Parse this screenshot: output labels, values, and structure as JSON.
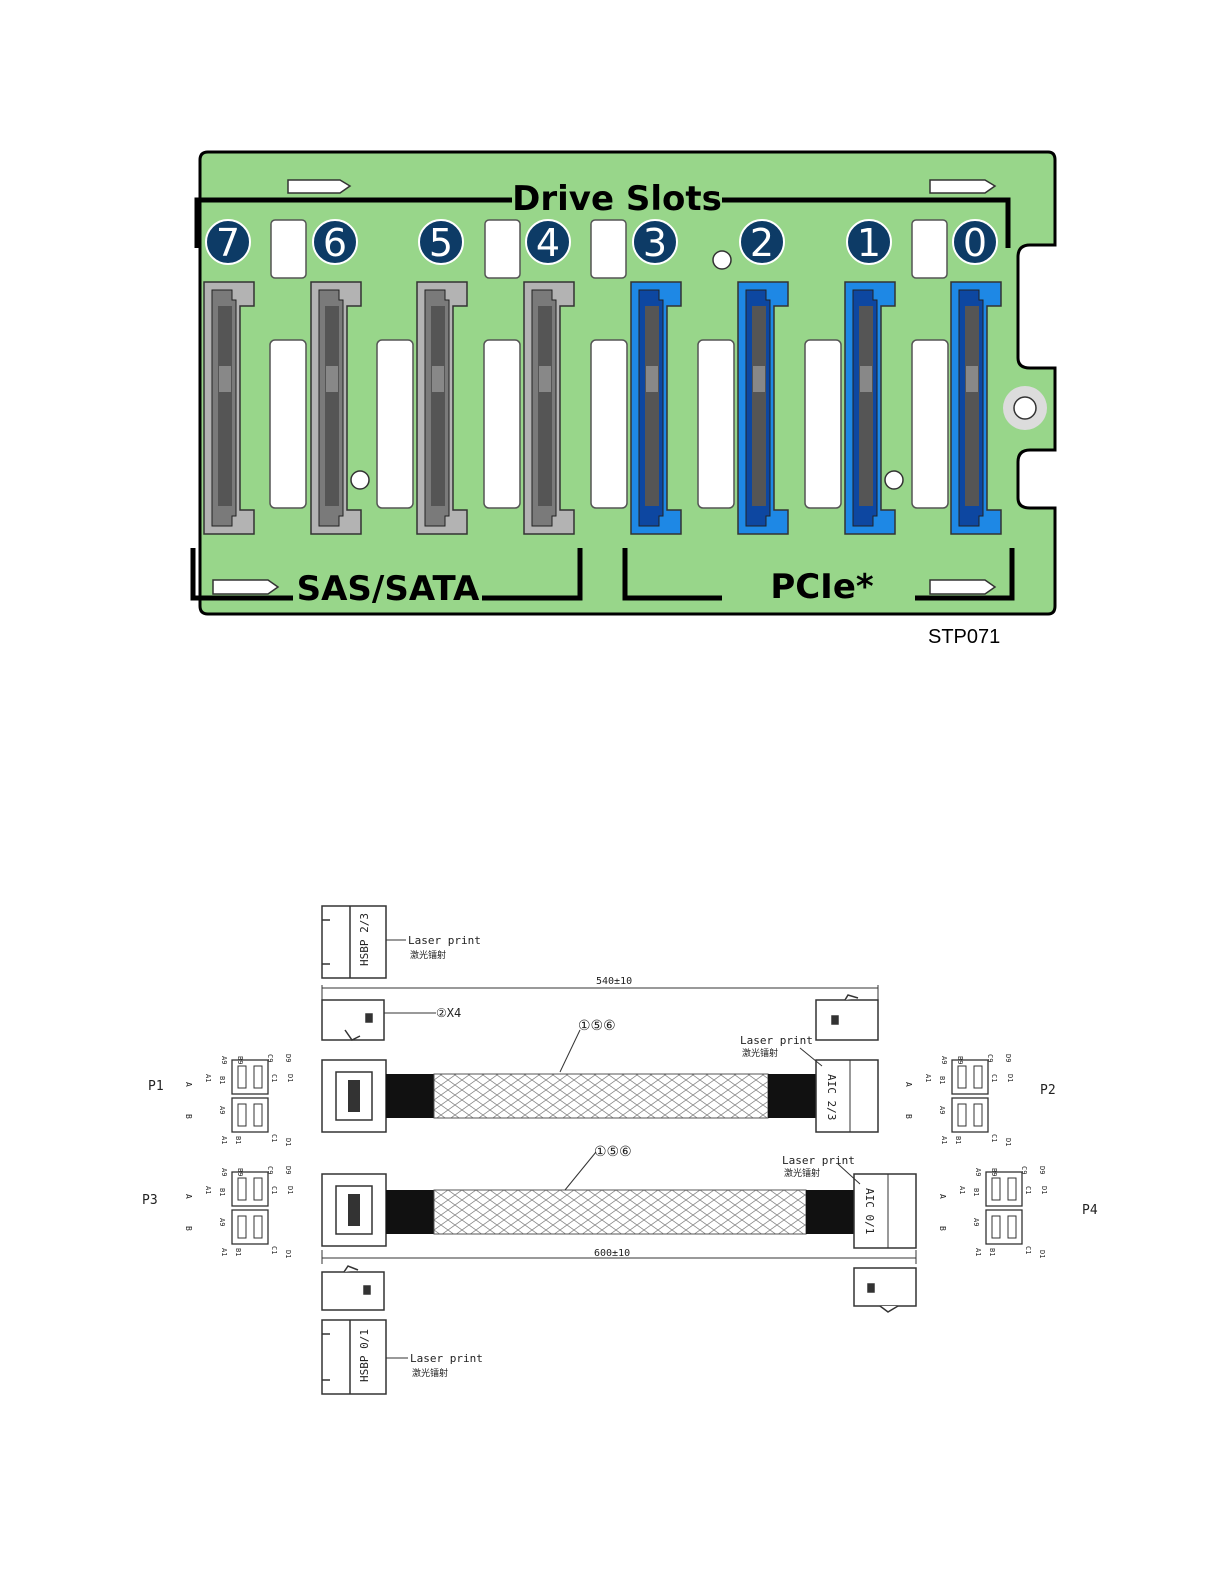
{
  "backplane": {
    "title": "Drive Slots",
    "figure_id": "STP071",
    "group_sas": "SAS/SATA",
    "group_pcie": "PCIe*",
    "slot_numbers": [
      "7",
      "6",
      "5",
      "4",
      "3",
      "2",
      "1",
      "0"
    ],
    "colors": {
      "board": "#98d68a",
      "sas_connector": "#b3b3b3",
      "pcie_connector": "#1e88e5",
      "badge": "#0d3b66"
    }
  },
  "cable": {
    "top_label": "HSBP 2/3",
    "bottom_label": "HSBP 0/1",
    "laser_print": "Laser print",
    "laser_print_cn": "激光镭射",
    "aic_top": "AIC 2/3",
    "aic_bottom": "AIC 0/1",
    "length_top": "540±10",
    "length_bottom": "600±10",
    "callout_latch": "②X4",
    "callout_cable": "①⑤⑥",
    "ports": [
      "P1",
      "P2",
      "P3",
      "P4"
    ],
    "row_labels": [
      "A",
      "B"
    ],
    "pin_labels": [
      "A9",
      "B9",
      "C9",
      "D9",
      "A1",
      "B1",
      "C1",
      "D1"
    ]
  }
}
